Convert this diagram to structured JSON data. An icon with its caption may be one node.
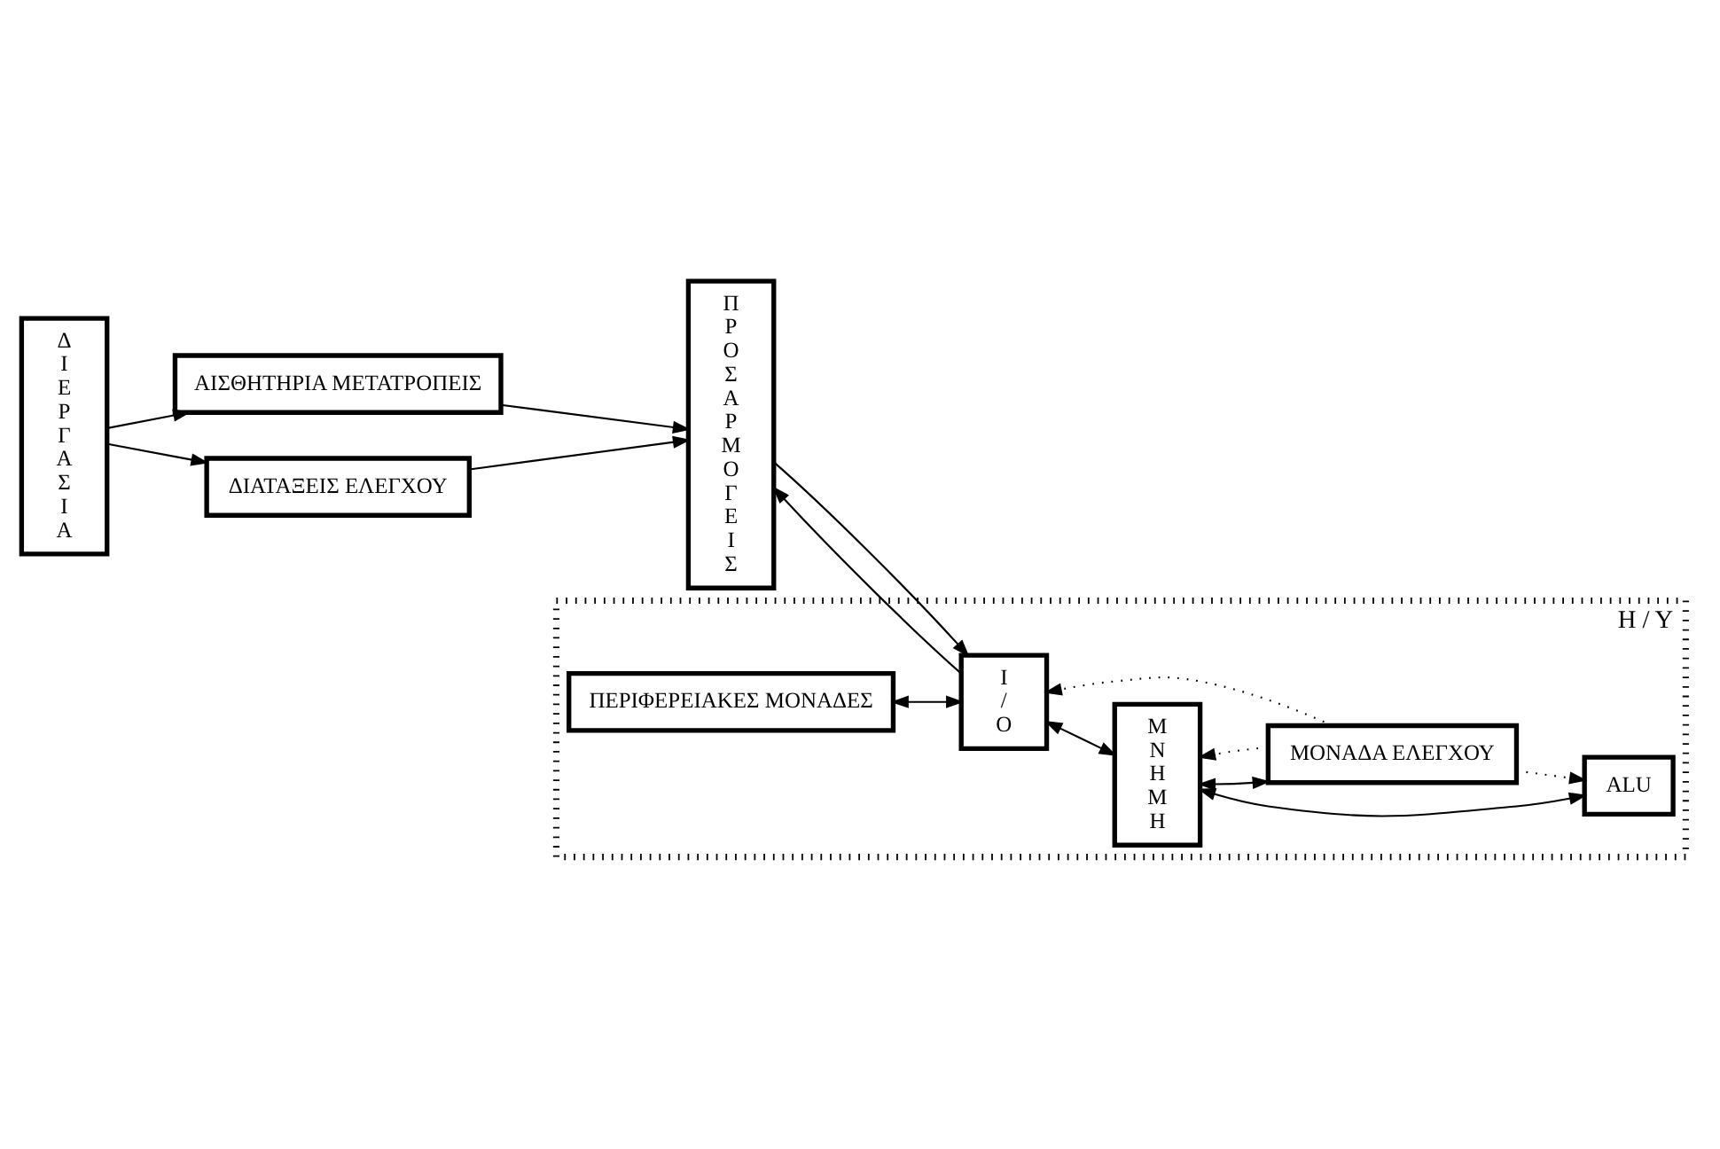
{
  "diagram": {
    "nodes": [
      {
        "text": [
          "Δ Ι Ε Ρ Γ Α Σ Ι Α"
        ]
      },
      {
        "text": [
          "ΑΙΣΘΗΤΗΡΙΑ ΜΕΤΑΤΡΟΠΕΙΣ"
        ]
      },
      {
        "text": [
          "ΔΙΑΤΑΞΕΙΣ ΕΛΕΓΧΟΥ"
        ]
      },
      {
        "text": [
          "Π Ρ Ο Σ Α Ρ Μ Ο Γ Ε Ι Σ"
        ]
      },
      {
        "text": [
          "H / Y"
        ]
      },
      {
        "text": [
          "ΠΕΡΙΦΕΡΕΙΑΚΕΣ ΜΟΝΑΔΕΣ"
        ],
        "in": 4
      },
      {
        "text": [
          "I / O"
        ],
        "in": 4
      },
      {
        "text": [
          "Μ Ν Η Μ Η"
        ],
        "in": 4
      },
      {
        "text": [
          "ALU"
        ],
        "in": 4
      },
      {
        "text": [
          "ΜΟΝΑΔΑ ΕΛΕΓΧΟΥ"
        ],
        "in": 4
      }
    ],
    "edges": [
      {
        "from": 0,
        "to": 1,
        "arrow": "to"
      },
      {
        "from": 0,
        "to": 2,
        "arrow": "to"
      },
      {
        "from": 1,
        "to": 3,
        "arrow": "to"
      },
      {
        "from": 2,
        "to": 3,
        "arrow": "to"
      },
      {
        "from": 3,
        "to": 6,
        "arrow": "to"
      },
      {
        "from": 6,
        "to": 3,
        "arrow": "to"
      },
      {
        "from": 5,
        "to": 6,
        "arrow": "both"
      },
      {
        "from": 6,
        "to": 7,
        "arrow": "both"
      },
      {
        "from": 7,
        "to": 8,
        "arrow": "both"
      },
      {
        "from": 7,
        "to": 9,
        "arrow": "both"
      },
      {
        "from": 9,
        "to": 8,
        "arrow": "to",
        "style": "dashed"
      },
      {
        "from": 9,
        "to": 7,
        "arrow": "to",
        "style": "dashed"
      },
      {
        "from": 9,
        "to": 6,
        "arrow": "to",
        "style": "dashed"
      }
    ]
  }
}
